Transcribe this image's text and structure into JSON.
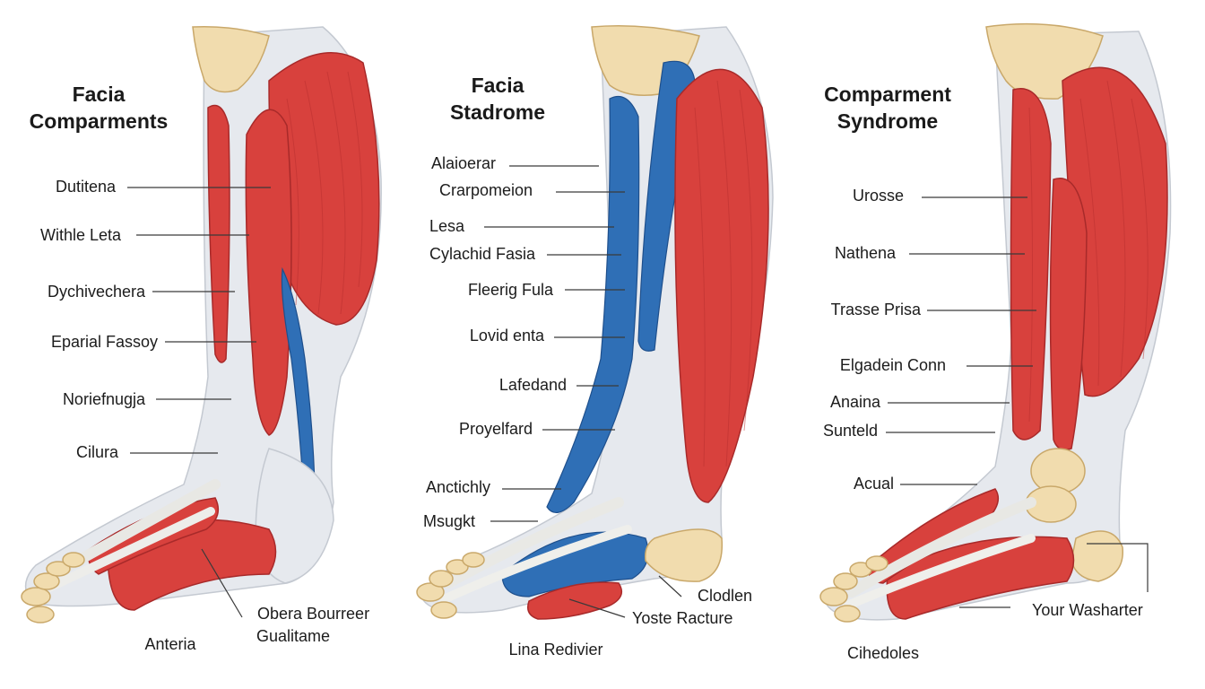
{
  "colors": {
    "muscle": "#d8413d",
    "muscle_dark": "#a82a2a",
    "fascia": "#e6e9ee",
    "nerve_blue": "#2f6fb6",
    "bone": "#f1dcae",
    "bone_shadow": "#c9a86a",
    "leader": "#3a3a3a"
  },
  "panels": [
    {
      "title_lines": [
        "Facia",
        "Comparments"
      ],
      "labels": [
        "Dutitena",
        "Withle Leta",
        "Dychivechera",
        "Eparial Fassoy",
        "Noriefnugja",
        "Cilura",
        "Obera Bourreer",
        "Gualitame",
        "Anteria"
      ]
    },
    {
      "title_lines": [
        "Facia",
        "Stadrome"
      ],
      "labels": [
        "Alaioerar",
        "Crarpomeion",
        "Lesa",
        "Cylachid Fasia",
        "Fleerig Fula",
        "Lovid enta",
        "Lafedand",
        "Proyelfard",
        "Anctichly",
        "Msugkt",
        "Clodlen",
        "Yoste Racture",
        "Lina Redivier"
      ]
    },
    {
      "title_lines": [
        "Comparment",
        "Syndrome"
      ],
      "labels": [
        "Urosse",
        "Nathena",
        "Trasse Prisa",
        "Elgadein Conn",
        "Anaina",
        "Sunteld",
        "Acual",
        "Your Washarter",
        "Cihedoles"
      ]
    }
  ]
}
